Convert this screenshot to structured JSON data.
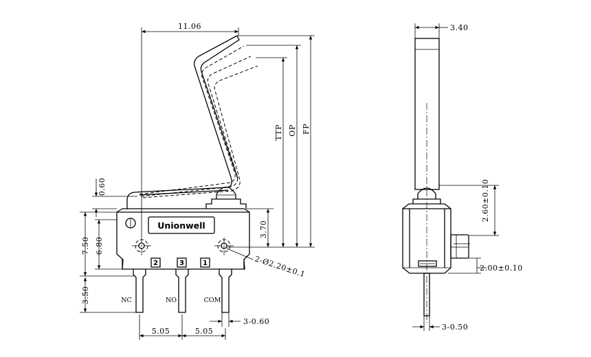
{
  "brand": "Unionwell",
  "terminals": {
    "nc": "NC",
    "no": "NO",
    "com": "COM",
    "num_nc": "2",
    "num_no": "3",
    "num_com": "1"
  },
  "front_view": {
    "width": "11.06",
    "tpt": "TTP",
    "op": "OP",
    "fp": "FP",
    "d060": "0.60",
    "d750": "7.50",
    "d680": "6.80",
    "d370": "3.70",
    "holes": "2-Ø2.20±0.1",
    "d350": "3.50",
    "pin_w": "3-0.60",
    "pitch_left": "5.05",
    "pitch_right": "5.05"
  },
  "side_view": {
    "lever_w": "3.40",
    "h260": "2.60±0.10",
    "h200": "2.00±0.10",
    "pin_t": "3-0.50"
  }
}
